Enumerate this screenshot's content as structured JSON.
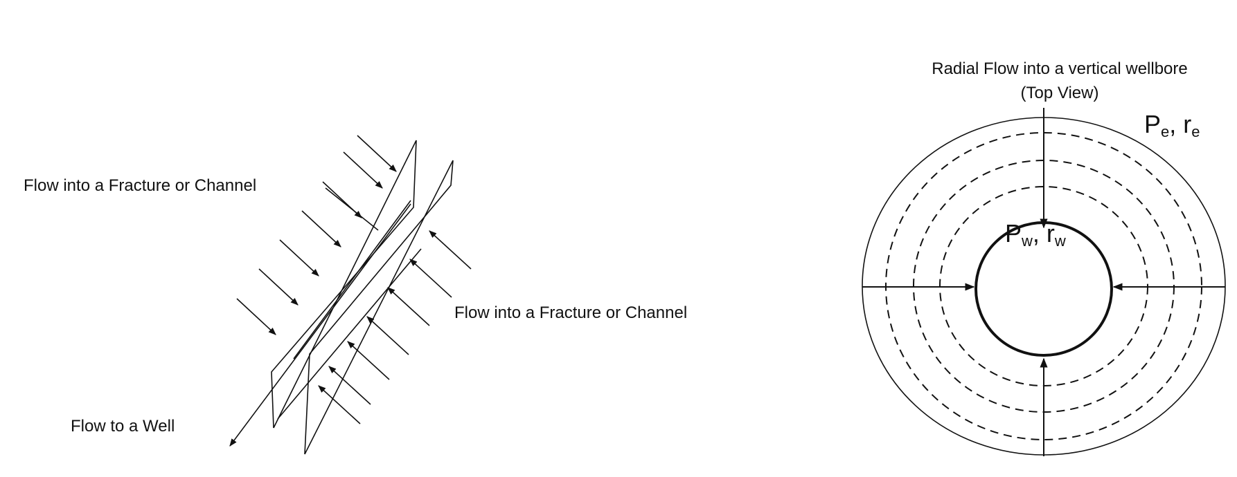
{
  "left_diagram": {
    "label_upper_fracture": "Flow into a Fracture or Channel",
    "label_lower_fracture": "Flow into a Fracture or Channel",
    "label_well": "Flow to a Well"
  },
  "right_diagram": {
    "title_line1": "Radial Flow into a vertical wellbore",
    "title_line2": "(Top View)",
    "outer_label_symbol": "P",
    "outer_label_subscript": "e",
    "outer_label_sep": ", ",
    "outer_label_symbol2": "r",
    "outer_label_subscript2": "e",
    "inner_label_symbol": "P",
    "inner_label_subscript": "w",
    "inner_label_sep": ", ",
    "inner_label_symbol2": "r",
    "inner_label_subscript2": "w"
  },
  "colors": {
    "line": "#111111",
    "background": "#ffffff"
  }
}
